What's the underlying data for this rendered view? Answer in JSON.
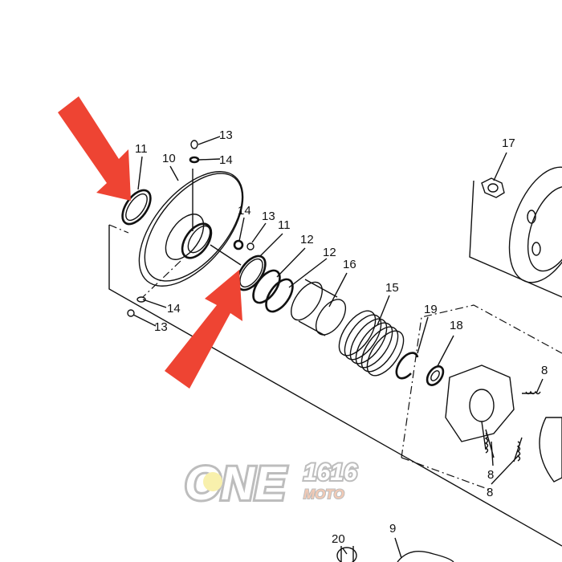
{
  "diagram": {
    "part_labels": {
      "p13_top": "13",
      "p14_top": "14",
      "p11_left": "11",
      "p10": "10",
      "p14_mid": "14",
      "p13_mid": "13",
      "p11_mid": "11",
      "p12_a": "12",
      "p12_b": "12",
      "p16": "16",
      "p15": "15",
      "p19": "19",
      "p18": "18",
      "p17": "17",
      "p8_right": "8",
      "p14_bottom": "14",
      "p13_bottom": "13",
      "p8_a": "8",
      "p8_b": "8",
      "p20": "20",
      "p9": "9"
    },
    "arrow_color": "#EE4433",
    "watermark": {
      "text": "ONE",
      "number": "1616",
      "sub": "MOTO"
    }
  }
}
